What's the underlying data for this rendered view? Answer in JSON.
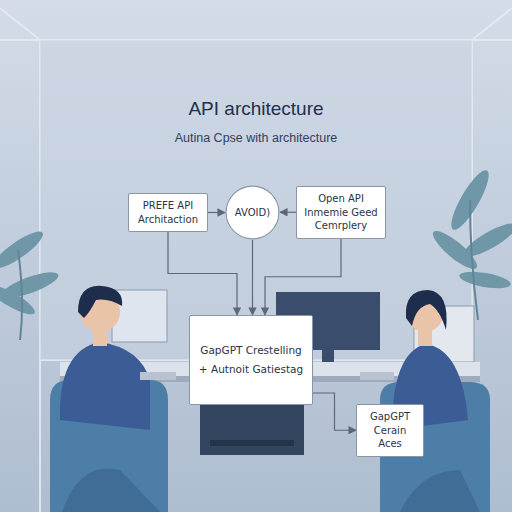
{
  "diagram": {
    "title": "API architecture",
    "nodes": [
      {
        "text": [
          "PREFE API Architaction"
        ]
      },
      {
        "text": [
          "AVOID)"
        ]
      },
      {
        "text": [
          "Open API Inmemie Geed Cemrplery"
        ]
      },
      {
        "text": [
          "GapGPT Crestelling + Autnoit Gatiestag"
        ]
      },
      {
        "text": [
          "GapGPT Cerain Aces"
        ]
      }
    ],
    "edges": [
      {
        "from": 0,
        "to": 1,
        "arrow": "to"
      },
      {
        "from": 2,
        "to": 1,
        "arrow": "to"
      },
      {
        "from": 0,
        "to": 3,
        "arrow": "to"
      },
      {
        "from": 1,
        "to": 3,
        "arrow": "to"
      },
      {
        "from": 2,
        "to": 3,
        "arrow": "to"
      },
      {
        "from": 3,
        "to": 4,
        "arrow": "to"
      }
    ],
    "labels": [
      "Autina Cpse with architecture"
    ]
  }
}
